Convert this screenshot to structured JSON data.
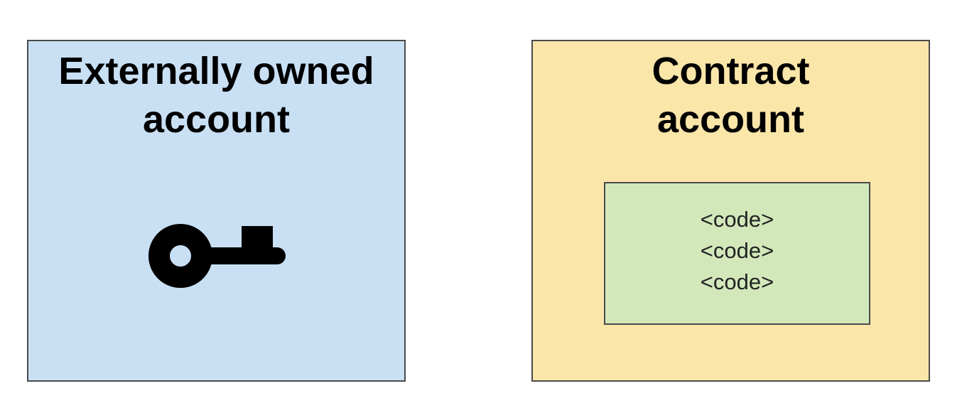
{
  "colors": {
    "eoa_fill": "#c9e0f4",
    "contract_fill": "#fbe6aa",
    "code_fill": "#d2e8bb",
    "border": "#4a4a4a",
    "icon": "#000000"
  },
  "eoa": {
    "title": "Externally owned\naccount",
    "icon": "key-icon"
  },
  "contract": {
    "title": "Contract\naccount",
    "code_lines": [
      "<code>",
      "<code>",
      "<code>"
    ]
  }
}
